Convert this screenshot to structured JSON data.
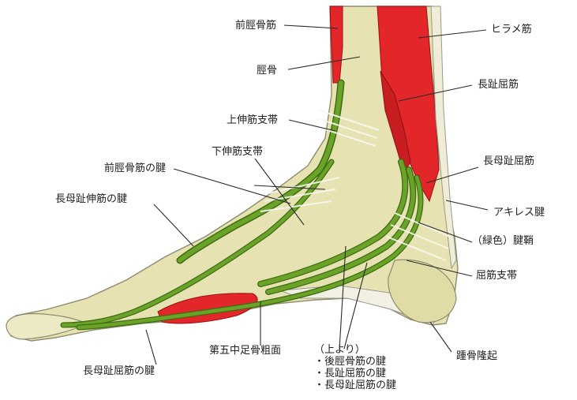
{
  "colors": {
    "bone": "#e6e2b2",
    "bone_edge": "#8d8c6e",
    "muscle": "#e3262a",
    "sheath": "#6aa328",
    "sheath_edge": "#3f6b14",
    "leader": "#2a2a2a"
  },
  "labels": {
    "tibialis_anterior": "前脛骨筋",
    "tibia": "脛骨",
    "superior_extensor_retinaculum": "上伸筋支帯",
    "inferior_extensor_retinaculum": "下伸筋支帯",
    "tibialis_anterior_tendon": "前脛骨筋の腱",
    "extensor_hallucis_longus_tendon": "長母趾伸筋の腱",
    "soleus": "ヒラメ筋",
    "flexor_digitorum_longus": "長趾屈筋",
    "flexor_hallucis_longus": "長母趾屈筋",
    "achilles_tendon": "アキレス腱",
    "tendon_sheath": "（緑色）腱鞘",
    "flexor_retinaculum": "屈筋支帯",
    "calcaneal_tuberosity": "踵骨隆起",
    "fifth_metatarsal_tuberosity": "第五中足骨粗面",
    "flexor_hallucis_longus_tendon": "長母趾屈筋の腱",
    "from_top_heading": "（上より）",
    "from_top_items": [
      "・後脛骨筋の腱",
      "・長趾屈筋の腱",
      "・長母趾屈筋の腱"
    ]
  }
}
